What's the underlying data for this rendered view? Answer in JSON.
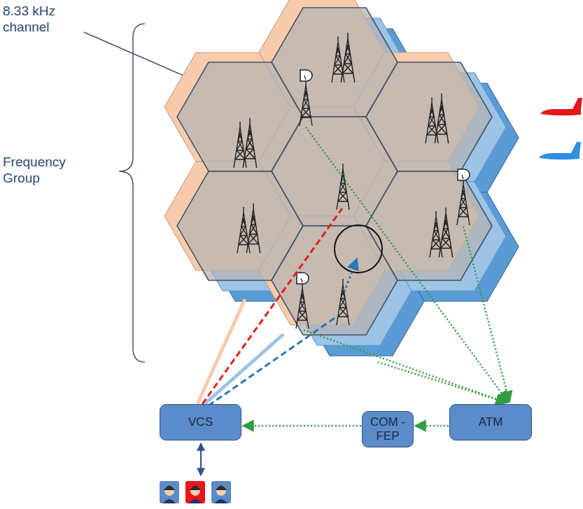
{
  "diagram": {
    "nodes": [
      {
        "text": [
          "VCS"
        ]
      },
      {
        "text": [
          "COM -FEP"
        ]
      },
      {
        "text": [
          "ATM"
        ]
      }
    ],
    "edges": [
      {
        "from": 2,
        "to": 1,
        "arrow": "to"
      },
      {
        "from": 1,
        "to": 0,
        "arrow": "to"
      }
    ],
    "labels": [
      "8.33 kHz channel",
      "Frequency Group"
    ]
  }
}
